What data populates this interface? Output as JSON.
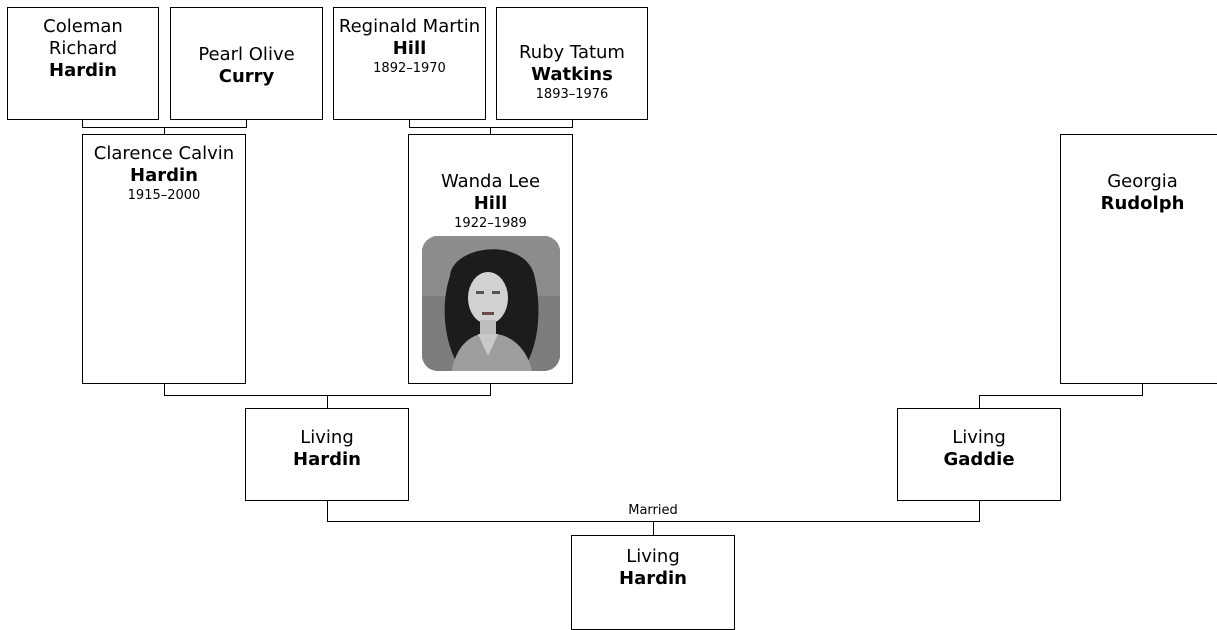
{
  "people": {
    "coleman": {
      "given": "Coleman Richard",
      "surname": "Hardin"
    },
    "pearl": {
      "given": "Pearl Olive",
      "surname": "Curry"
    },
    "reginald": {
      "given": "Reginald Martin",
      "surname": "Hill",
      "dates": "1892–1970"
    },
    "ruby": {
      "given": "Ruby Tatum",
      "surname": "Watkins",
      "dates": "1893–1976"
    },
    "clarence": {
      "given": "Clarence Calvin",
      "surname": "Hardin",
      "dates": "1915–2000"
    },
    "wanda": {
      "given": "Wanda Lee",
      "surname": "Hill",
      "dates": "1922–1989",
      "photo": "portrait-photo"
    },
    "georgia": {
      "given": "Georgia",
      "surname": "Rudolph"
    },
    "living_hardin_father": {
      "given": "Living",
      "surname": "Hardin"
    },
    "living_gaddie": {
      "given": "Living",
      "surname": "Gaddie"
    },
    "living_hardin_child": {
      "given": "Living",
      "surname": "Hardin"
    }
  },
  "marriage_label": "Married"
}
